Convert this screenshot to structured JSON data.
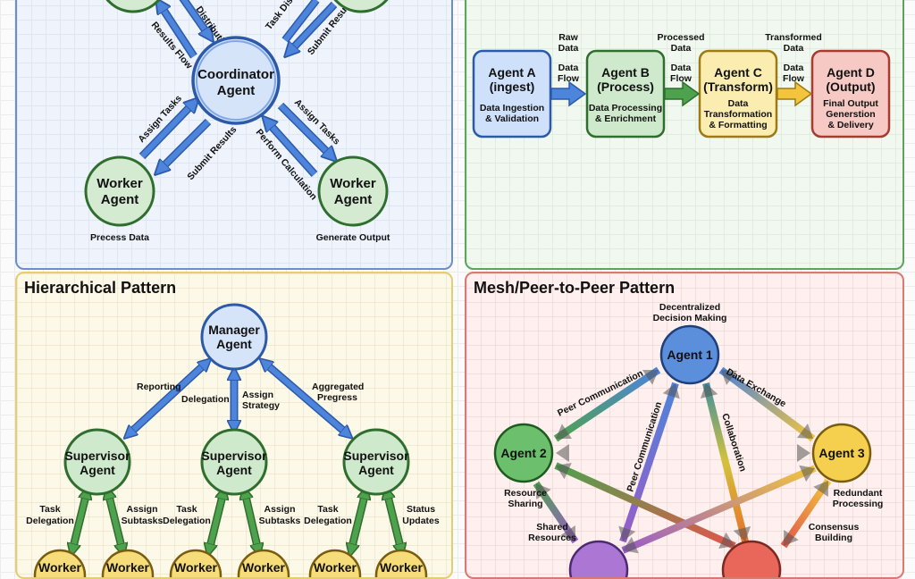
{
  "colors": {
    "blue": "#5b8fdc",
    "blue_dark": "#2d5aa8",
    "green": "#4ea24e",
    "green_dark": "#2f6e2f",
    "yellow": "#f2c53d",
    "yellow_dark": "#9c7a14",
    "red": "#e3554a",
    "purple": "#9a5cc8"
  },
  "central": {
    "coordinator": [
      "Coordinator",
      "Agent"
    ],
    "worker_left": [
      "Worker",
      "Agent"
    ],
    "worker_right": [
      "Worker",
      "Agent"
    ],
    "worker_left_caption": "Precess Data",
    "worker_right_caption": "Generate Output",
    "labels": {
      "top_left_in": "Distribution",
      "top_left_out": "Results Flow",
      "top_right_in": "Task Distribution",
      "top_right_out": "Submit Results",
      "bottom_left_in": "Assign Tasks",
      "bottom_left_out": "Submit Results",
      "bottom_right_in": "Assign Tasks",
      "bottom_right_out": "Perform Calculation"
    }
  },
  "pipeline": {
    "agents": [
      {
        "title": "Agent A",
        "role": "(ingest)",
        "desc": [
          "Data Ingestion",
          "& Validation"
        ]
      },
      {
        "title": "Agent B",
        "role": "(Process)",
        "desc": [
          "Data Processing",
          "& Enrichment"
        ]
      },
      {
        "title": "Agent C",
        "role": "(Transform)",
        "desc": [
          "Data",
          "Transformation",
          "& Formatting"
        ]
      },
      {
        "title": "Agent D",
        "role": "(Output)",
        "desc": [
          "Final Output",
          "Generstion",
          "& Delivery"
        ]
      }
    ],
    "links": [
      {
        "top": [
          "Raw",
          "Data"
        ],
        "flow": [
          "Data",
          "Flow"
        ]
      },
      {
        "top": [
          "Processed",
          "Data"
        ],
        "flow": [
          "Data",
          "Flow"
        ]
      },
      {
        "top": [
          "Transformed",
          "Data"
        ],
        "flow": [
          "Data",
          "Flow"
        ]
      }
    ]
  },
  "hierarchical": {
    "title": "Hierarchical Pattern",
    "manager": [
      "Manager",
      "Agent"
    ],
    "supervisor": [
      "Supervisor",
      "Agent"
    ],
    "worker": "Worker",
    "labels": {
      "reporting": "Reporting",
      "delegation": "Delegation",
      "assign_strategy": [
        "Assign",
        "Strategy"
      ],
      "aggregated": [
        "Aggregated",
        "Pregress"
      ],
      "task_delegation": [
        "Task",
        "Delegation"
      ],
      "assign_subtasks": [
        "Assign",
        "Subtasks"
      ],
      "status_updates": [
        "Status",
        "Updates"
      ]
    }
  },
  "mesh": {
    "title": "Mesh/Peer-to-Peer Pattern",
    "agent1": "Agent 1",
    "agent2": "Agent 2",
    "agent3": "Agent 3",
    "agent1_caption": [
      "Decentralized",
      "Decision Making"
    ],
    "labels": {
      "peer_comm_a": "Peer Communication",
      "peer_comm_b": "Peer Communication",
      "data_exchange": "Data Exchange",
      "collaboration": "Collaboration",
      "resource_sharing": [
        "Resource",
        "Sharing"
      ],
      "shared_resources": [
        "Shared",
        "Resources"
      ],
      "redundant": [
        "Redundant",
        "Processing"
      ],
      "consensus": [
        "Consensus",
        "Building"
      ]
    }
  }
}
